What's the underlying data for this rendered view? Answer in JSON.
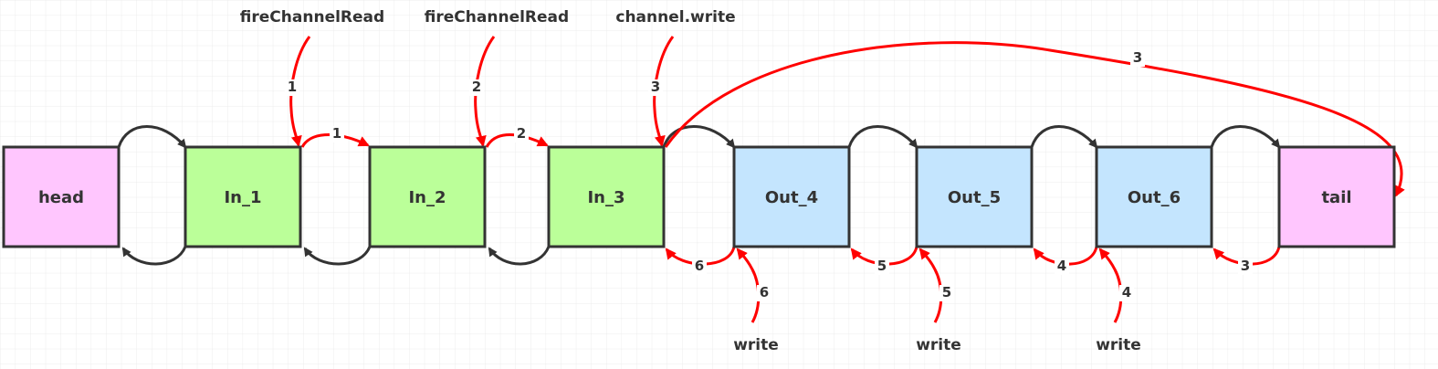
{
  "colors": {
    "in_fill": "#bbff99",
    "out_fill": "#c4e5fe",
    "end_fill": "#ffc6fe",
    "border": "#333333",
    "red": "#ff0000",
    "link": "#333333",
    "grid": "#e8e8e8"
  },
  "nodes": [
    {
      "id": "head",
      "label": "head",
      "kind": "end"
    },
    {
      "id": "in1",
      "label": "In_1",
      "kind": "in"
    },
    {
      "id": "in2",
      "label": "In_2",
      "kind": "in"
    },
    {
      "id": "in3",
      "label": "In_3",
      "kind": "in"
    },
    {
      "id": "out4",
      "label": "Out_4",
      "kind": "out"
    },
    {
      "id": "out5",
      "label": "Out_5",
      "kind": "out"
    },
    {
      "id": "out6",
      "label": "Out_6",
      "kind": "out"
    },
    {
      "id": "tail",
      "label": "tail",
      "kind": "end"
    }
  ],
  "top_calls": [
    {
      "label": "fireChannelRead",
      "step": "1",
      "next_step": "1"
    },
    {
      "label": "fireChannelRead",
      "step": "2",
      "next_step": "2"
    },
    {
      "label": "channel.write",
      "step": "3",
      "next_step": "3"
    }
  ],
  "bottom_calls": [
    {
      "label": "write",
      "step": "6",
      "back_step": "6"
    },
    {
      "label": "write",
      "step": "5",
      "back_step": "5"
    },
    {
      "label": "write",
      "step": "4",
      "back_step": "4"
    }
  ],
  "tail_back_step": "3"
}
